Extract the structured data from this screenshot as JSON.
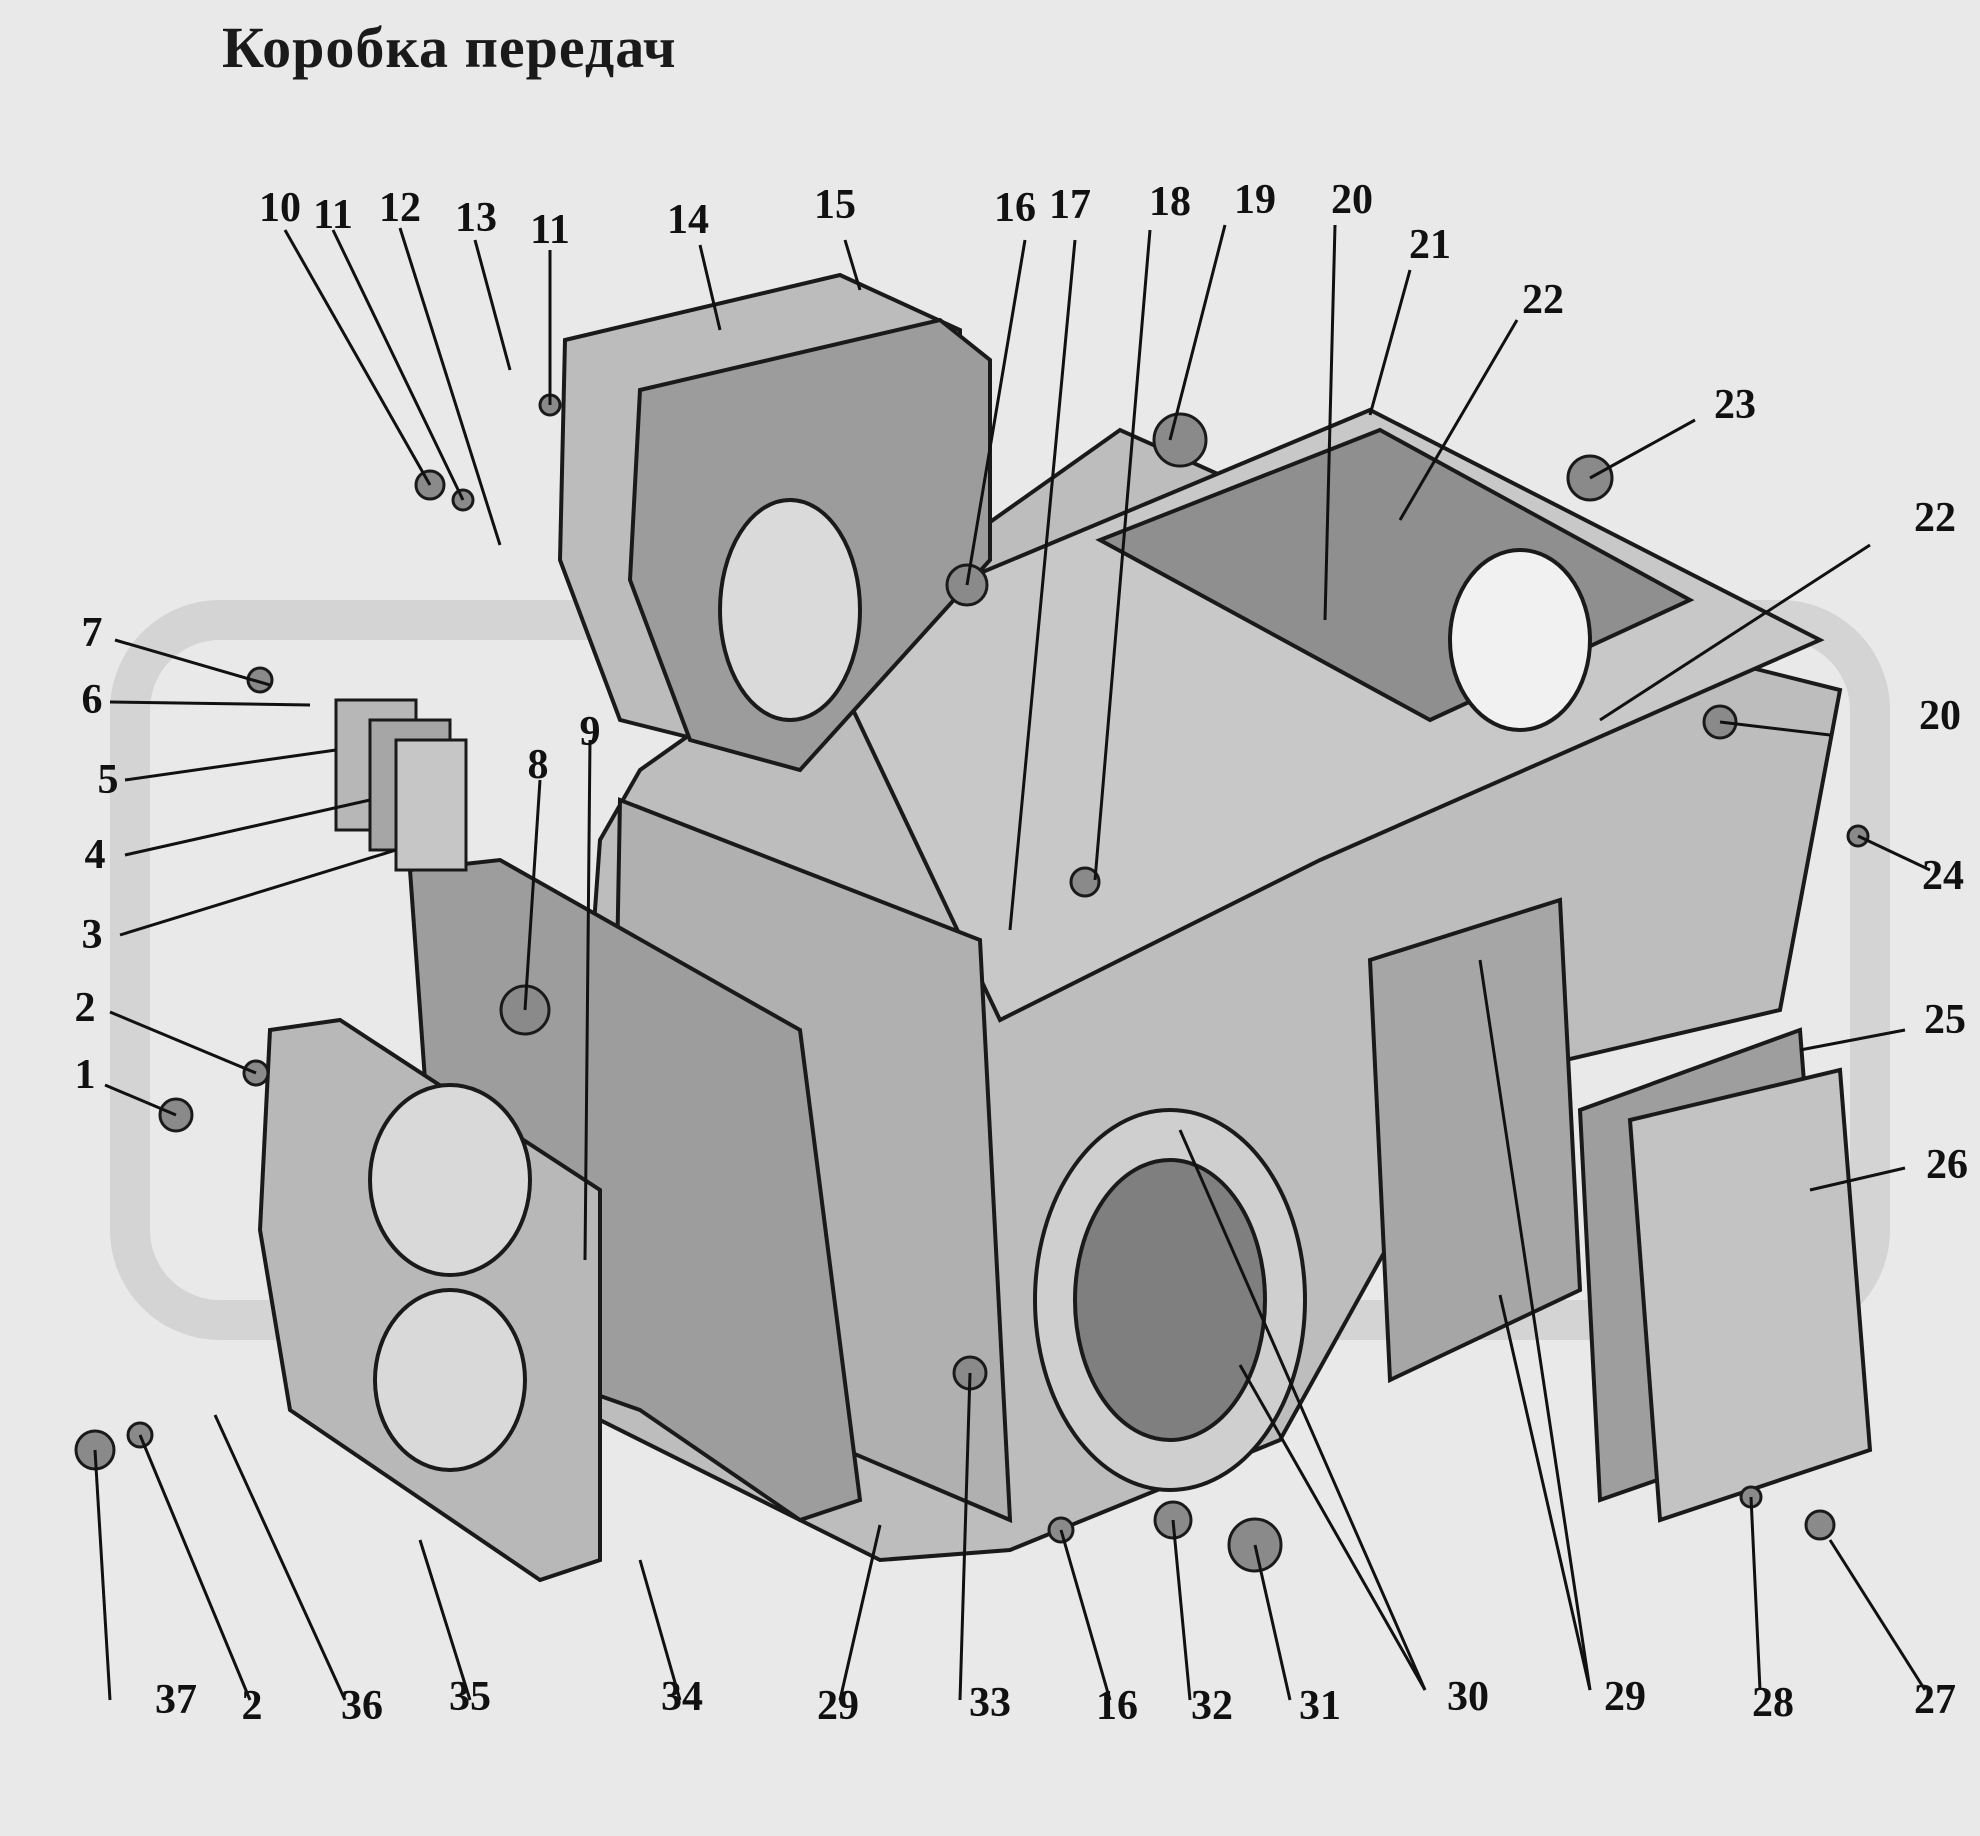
{
  "title": "Коробка передач",
  "callouts": [
    "10",
    "11",
    "12",
    "13",
    "11",
    "14",
    "15",
    "16",
    "17",
    "18",
    "19",
    "20",
    "21",
    "22",
    "23",
    "22",
    "20",
    "24",
    "25",
    "26",
    "7",
    "6",
    "5",
    "4",
    "3",
    "2",
    "1",
    "8",
    "9",
    "37",
    "2",
    "36",
    "35",
    "34",
    "29",
    "33",
    "16",
    "32",
    "31",
    "30",
    "29",
    "28",
    "27"
  ],
  "colors": {
    "background": "#e9e9e9",
    "ink": "#111111",
    "casting": "#b9b9b9",
    "gasket": "#9a9a9a",
    "watermark": "#d6d6d6"
  }
}
